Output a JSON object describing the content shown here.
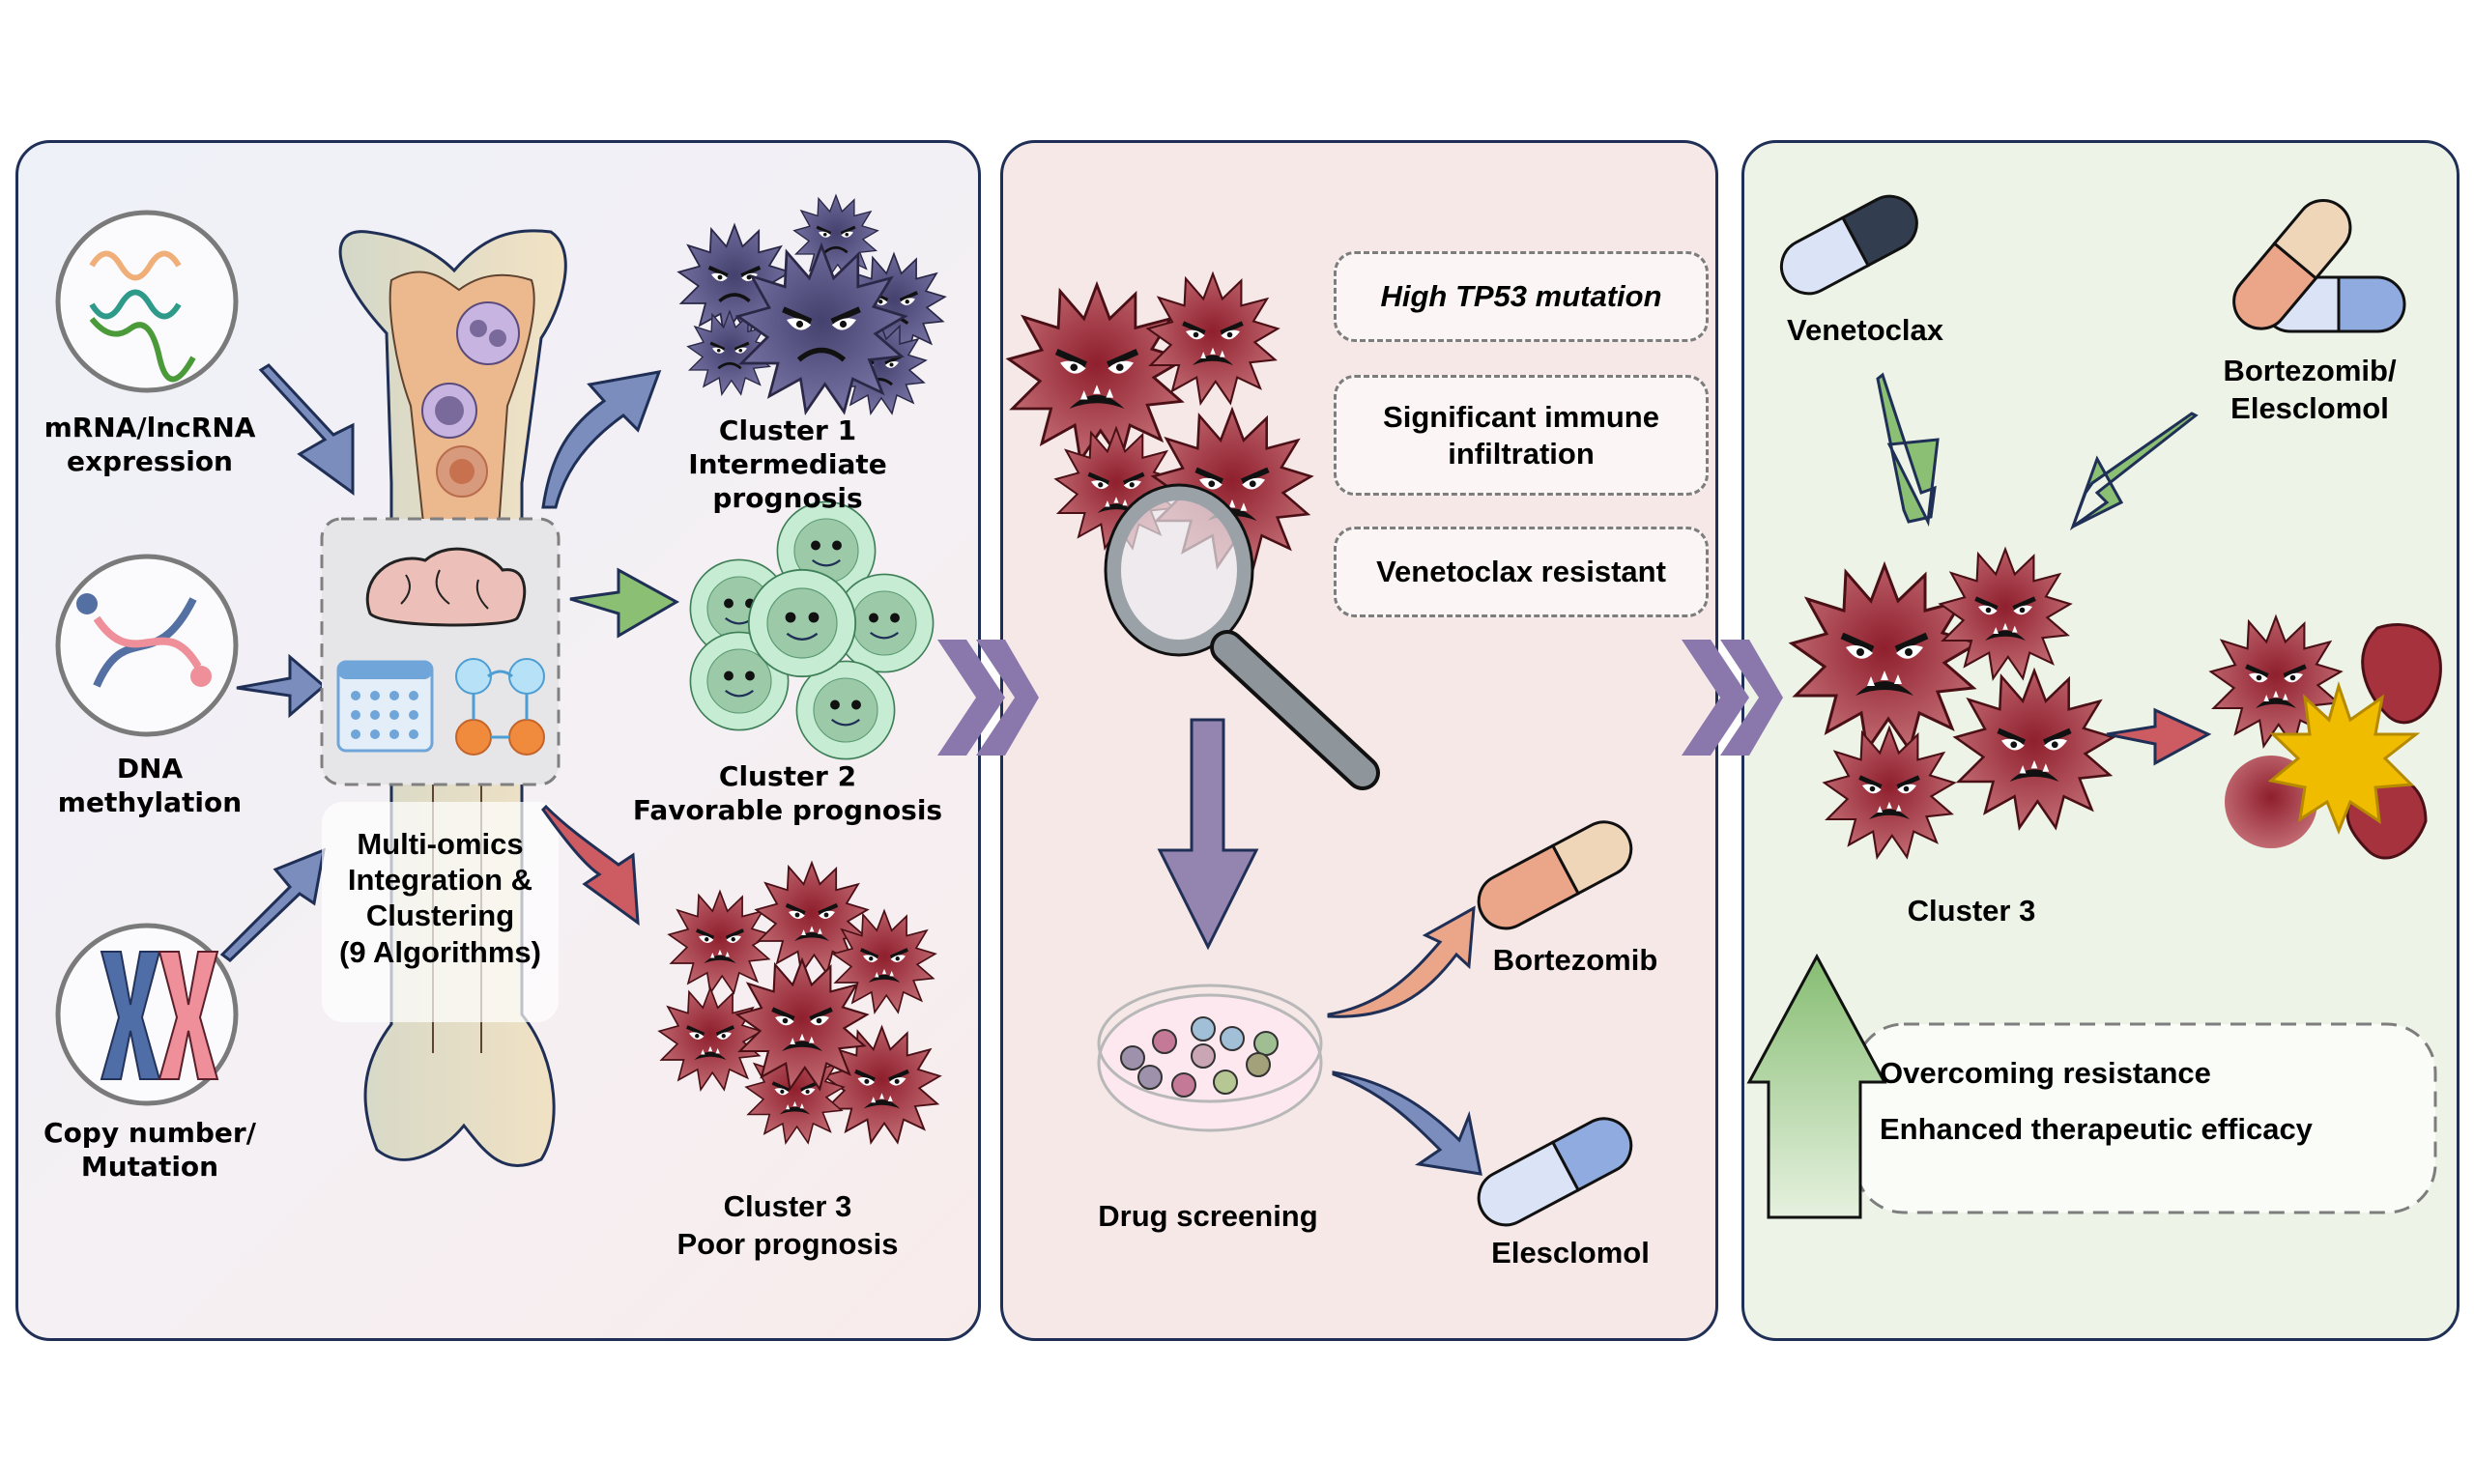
{
  "panel1": {
    "inputs": [
      {
        "label_line1": "mRNA/lncRNA",
        "label_line2": "expression",
        "icon": "rna-strands-icon"
      },
      {
        "label_line1": "DNA",
        "label_line2": "methylation",
        "icon": "dna-methylation-icon"
      },
      {
        "label_line1": "Copy number/",
        "label_line2": "Mutation",
        "icon": "chromosome-icon"
      }
    ],
    "integration": {
      "lines": [
        "Multi-omics",
        "Integration &",
        "Clustering",
        "(9 Algorithms)"
      ]
    },
    "clusters": [
      {
        "name": "Cluster 1",
        "prognosis": "Intermediate prognosis",
        "color": "#5e5a8c"
      },
      {
        "name": "Cluster 2",
        "prognosis": "Favorable prognosis",
        "color": "#a6d9b4"
      },
      {
        "name": "Cluster 3",
        "prognosis": "Poor prognosis",
        "color": "#a6323e"
      }
    ]
  },
  "panel2": {
    "features": [
      {
        "text": "High TP53 mutation",
        "italic": true
      },
      {
        "text_line1": "Significant immune",
        "text_line2": "infiltration"
      },
      {
        "text": "Venetoclax resistant"
      }
    ],
    "screening_label": "Drug screening",
    "drugs": [
      {
        "name": "Bortezomib",
        "color_left": "#eba68a",
        "color_right": "#efd6b8"
      },
      {
        "name": "Elesclomol",
        "color_left": "#dae4f6",
        "color_right": "#8fabe0"
      }
    ]
  },
  "panel3": {
    "drug_a": {
      "name": "Venetoclax",
      "color_left": "#dae4f6",
      "color_right": "#323d4f"
    },
    "drug_b": {
      "name_line1": "Bortezomib/",
      "name_line2": "Elesclomol"
    },
    "target_label": "Cluster 3",
    "outcomes": [
      "Overcoming resistance",
      "Enhanced therapeutic efficacy"
    ]
  },
  "colors": {
    "panel_border": "#1f2f56",
    "arrow_blue": "#7b8dbd",
    "arrow_green": "#8bbf73",
    "arrow_red": "#cc5b62",
    "chevron_purple": "#8a78ad",
    "cancer_cell": "#a6323e",
    "burst_yellow": "#f0bc00"
  }
}
